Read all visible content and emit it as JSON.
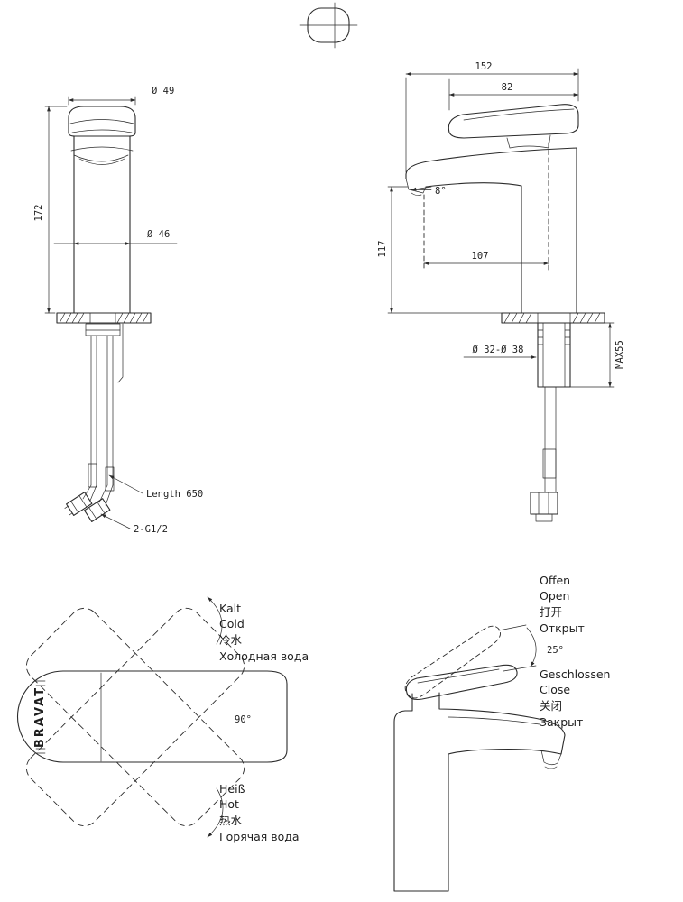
{
  "colors": {
    "line": "#2b2b2b",
    "background": "#ffffff"
  },
  "drawing": {
    "front_view": {
      "dia_handle": "Ø 49",
      "height": "172",
      "dia_body": "Ø 46",
      "hose_length": "Length 650",
      "thread": "2-G1/2"
    },
    "side_view": {
      "total_depth": "152",
      "handle_length": "82",
      "spout_angle": "8°",
      "spout_height": "117",
      "spout_reach": "107",
      "hole_dia": "Ø 32-Ø 38",
      "max_deck": "MAX55"
    },
    "rotation_view": {
      "brand": "BRAVAT",
      "cold": [
        "Kalt",
        "Cold",
        "冷水",
        "Холодная вода"
      ],
      "angle": "90°",
      "hot": [
        "Heiß",
        "Hot",
        "热水",
        "Горячая вода"
      ]
    },
    "lever_view": {
      "open": [
        "Offen",
        "Open",
        "打开",
        "Открыт"
      ],
      "angle": "25°",
      "closed": [
        "Geschlossen",
        "Close",
        "关闭",
        "Закрыт"
      ]
    }
  }
}
